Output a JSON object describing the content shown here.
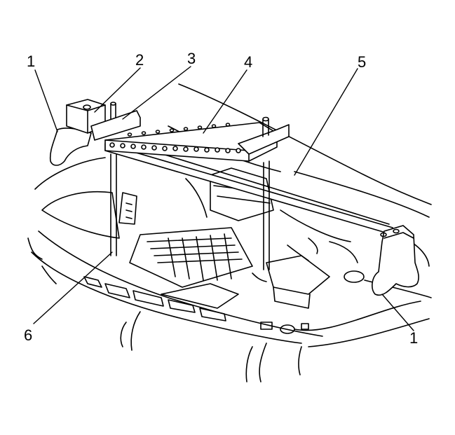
{
  "diagram": {
    "callouts": [
      {
        "id": "c1a",
        "label": "1"
      },
      {
        "id": "c2",
        "label": "2"
      },
      {
        "id": "c3",
        "label": "3"
      },
      {
        "id": "c4",
        "label": "4"
      },
      {
        "id": "c5",
        "label": "5"
      },
      {
        "id": "c6",
        "label": "6"
      },
      {
        "id": "c1b",
        "label": "1"
      }
    ]
  }
}
